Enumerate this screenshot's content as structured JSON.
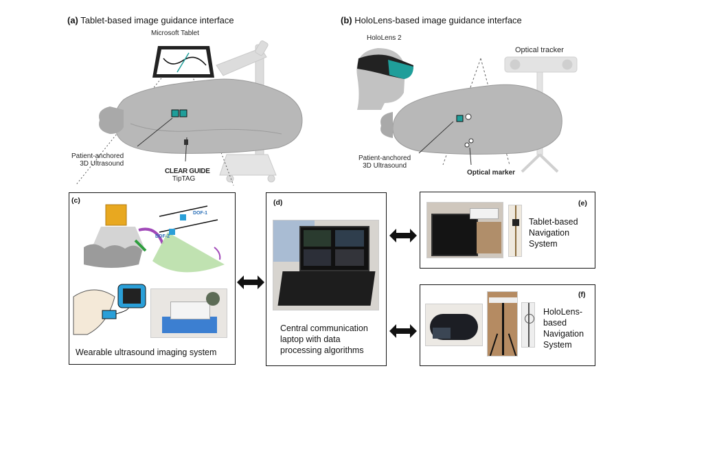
{
  "panel_a": {
    "tag": "(a)",
    "title": "Tablet-based image guidance interface",
    "tablet_label": "Microsoft Tablet",
    "probe_label_1": "Patient-anchored",
    "probe_label_2": "3D Ultrasound",
    "brand_label": "CLEAR GUIDE",
    "tiptag_label": "TipTAG"
  },
  "panel_b": {
    "tag": "(b)",
    "title": "HoloLens-based image guidance interface",
    "hololens_label": "HoloLens 2",
    "tracker_label": "Optical tracker",
    "probe_label_1": "Patient-anchored",
    "probe_label_2": "3D Ultrasound",
    "marker_label": "Optical marker"
  },
  "panel_c": {
    "tag": "(c)",
    "dof1": "DOF-1",
    "dof2": "DOF-2",
    "caption": "Wearable ultrasound imaging system"
  },
  "panel_d": {
    "tag": "(d)",
    "caption_1": "Central communication",
    "caption_2": "laptop with data",
    "caption_3": "processing algorithms"
  },
  "panel_e": {
    "tag": "(e)",
    "caption_1": "Tablet-based",
    "caption_2": "Navigation",
    "caption_3": "System"
  },
  "panel_f": {
    "tag": "(f)",
    "caption_1": "HoloLens-",
    "caption_2": "based",
    "caption_3": "Navigation",
    "caption_4": "System"
  },
  "colors": {
    "teal": "#1f9e9a",
    "green_sector": "#b9dfa8",
    "probe_gold": "#e8a820",
    "purple_arrow": "#a048b8",
    "blue_box": "#2a9fd8"
  }
}
